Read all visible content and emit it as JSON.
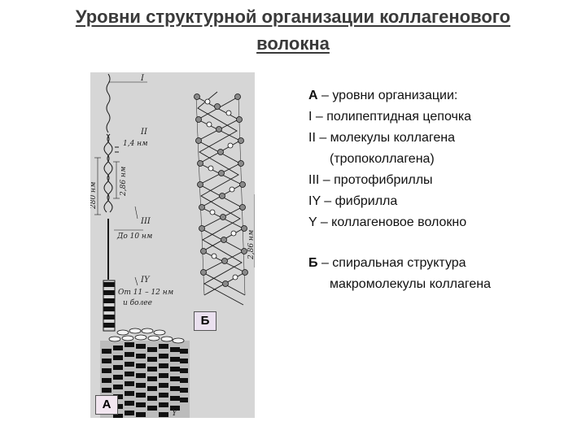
{
  "title": {
    "line1": "Уровни структурной организации коллагенового",
    "line2": "волокна"
  },
  "figure": {
    "labels": {
      "level_1": "I",
      "level_2": "II",
      "level_3": "III",
      "level_4": "IY",
      "level_5": "Y",
      "dim_1_4": "1,4 нм",
      "dim_286_small": "2,86 нм",
      "dim_280": "280 нм",
      "dim_10": "До 10 нм",
      "dim_11_12": "От 11 – 12 нм",
      "dim_more": "и более",
      "dim_286_helix": "2,86 нм"
    },
    "badge_b": "Б",
    "badge_a": "А"
  },
  "legend": {
    "a_lead": "А",
    "a_rest": " – уровни организации:",
    "i": "I – полипептидная цепочка",
    "ii": "II – молекулы коллагена",
    "ii_cont": "(тропоколлагена)",
    "iii": "III – протофибриллы",
    "iv": "IY – фибрилла",
    "v": "Y – коллагеновое волокно",
    "b_lead": "Б",
    "b_rest": " – спиральная структура",
    "b_cont": "макромолекулы коллагена"
  },
  "colors": {
    "figure_bg": "#d6d6d6",
    "ink": "#1a1a1a",
    "badge_b_bg": "#eae0ef",
    "badge_a_bg": "#f2e6f0"
  }
}
